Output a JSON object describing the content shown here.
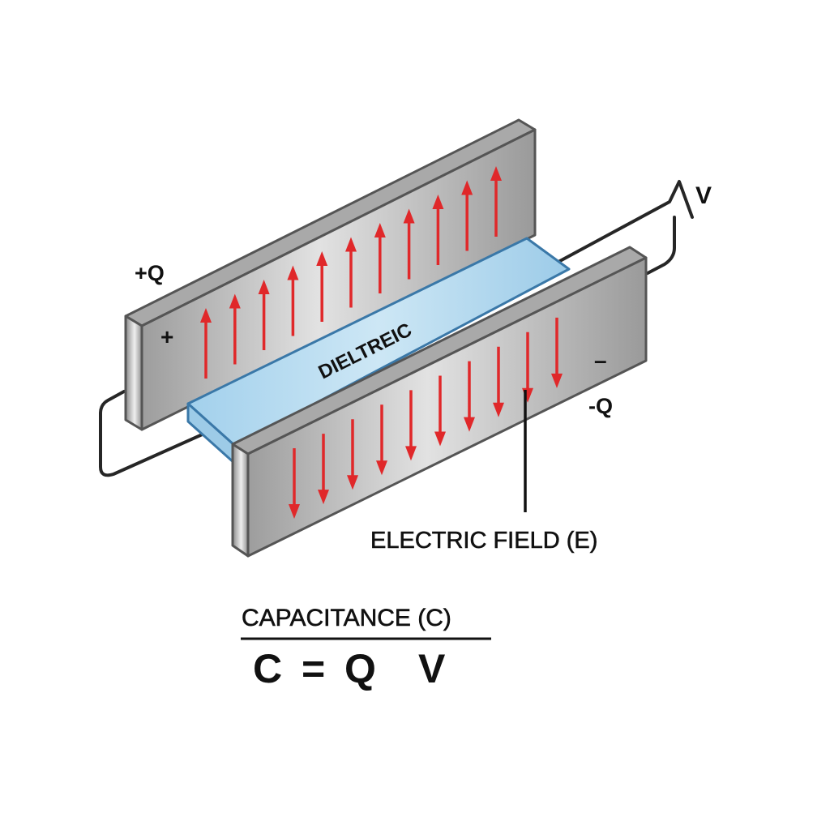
{
  "diagram": {
    "title": "Parallel Plate Capacitor with Dielectric",
    "labels": {
      "positive_charge": "+Q",
      "negative_charge": "-Q",
      "positive_sign": "+",
      "negative_sign": "–",
      "voltage": "V",
      "dielectric": "DIELTREIC",
      "electric_field": "ELECTRIC FIELD (E)",
      "capacitance_title": "CAPACITANCE (C)",
      "formula": {
        "lhs": "C",
        "equals": "=",
        "numerator": "Q",
        "denominator": "V"
      }
    },
    "components": {
      "positive_plate": {
        "charge": "+Q",
        "field_arrows": 11,
        "arrow_direction": "up"
      },
      "negative_plate": {
        "charge": "-Q",
        "field_arrows": 10,
        "arrow_direction": "down"
      },
      "dielectric_slab": {
        "label": "DIELTREIC"
      },
      "voltage_source": {
        "symbol": "V"
      }
    },
    "colors": {
      "plate_face": "#b4b4b4",
      "plate_highlight": "#e6e6e6",
      "plate_edge": "#555555",
      "dielectric_fill": "#a8d4ee",
      "dielectric_edge": "#3a78a8",
      "field_arrow": "#e0282a",
      "wire": "#262626",
      "text": "#111111"
    }
  }
}
